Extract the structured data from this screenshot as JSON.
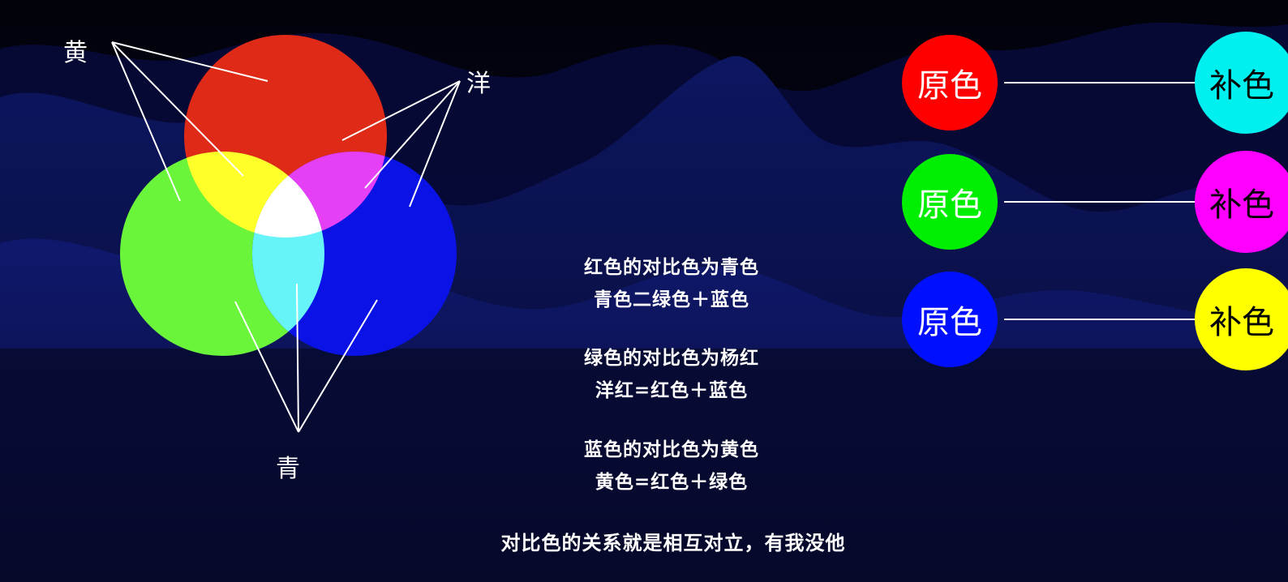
{
  "venn": {
    "yellow_label": "黄",
    "magenta_label": "洋",
    "cyan_label": "青"
  },
  "captions": [
    {
      "line1": "红色的对比色为青色",
      "line2": "青色二绿色＋蓝色"
    },
    {
      "line1": "绿色的对比色为杨红",
      "line2": "洋红=红色＋蓝色"
    },
    {
      "line1": "蓝色的对比色为黄色",
      "line2": "黄色=红色＋绿色"
    }
  ],
  "bottom_note": "对比色的关系就是相互对立，有我没他",
  "pairs": [
    {
      "primary_label": "原色",
      "primary_color": "#ff0000",
      "complement_label": "补色",
      "complement_color": "#00f0f0"
    },
    {
      "primary_label": "原色",
      "primary_color": "#00ee00",
      "complement_label": "补色",
      "complement_color": "#ff00ff"
    },
    {
      "primary_label": "原色",
      "primary_color": "#0010ff",
      "complement_label": "补色",
      "complement_color": "#ffff00"
    }
  ],
  "colors": {
    "background": "#050518",
    "red": "#e02a18",
    "green": "#6af53a",
    "blue": "#0a12e6",
    "yellow_overlap": "#ffff2a",
    "magenta_overlap": "#e540f5",
    "cyan_overlap": "#66f4f8",
    "white_overlap": "#ffffff"
  }
}
